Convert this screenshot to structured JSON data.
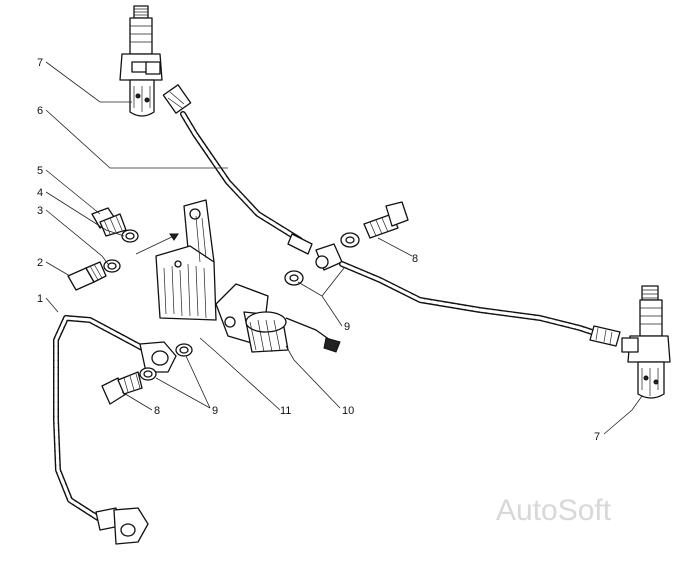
{
  "callouts": {
    "c1": "1",
    "c2": "2",
    "c3": "3",
    "c4": "4",
    "c5": "5",
    "c6": "6",
    "c7_top": "7",
    "c7_bottom": "7",
    "c8_right": "8",
    "c8_left": "8",
    "c9_right": "9",
    "c9_left": "9",
    "c10": "10",
    "c11": "11"
  },
  "watermark": "AutoSoft",
  "colors": {
    "line": "#111111",
    "watermark": "#d8d8d8",
    "background": "#ffffff"
  }
}
